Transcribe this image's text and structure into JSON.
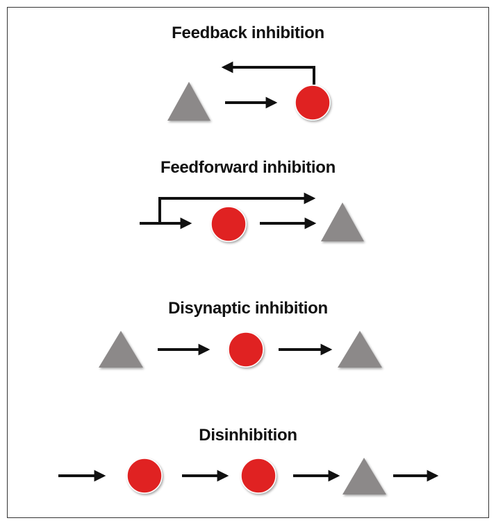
{
  "panels": [
    {
      "title": "Feedback inhibition"
    },
    {
      "title": "Feedforward inhibition"
    },
    {
      "title": "Disynaptic inhibition"
    },
    {
      "title": "Disinhibition"
    }
  ],
  "colors": {
    "interneuron": "#e02424",
    "pyramidal": "#8c8989",
    "arrow": "#111111",
    "frame": "#333333"
  },
  "legend_shapes": {
    "circle": "red-circle-neuron",
    "triangle": "gray-triangle-neuron"
  }
}
